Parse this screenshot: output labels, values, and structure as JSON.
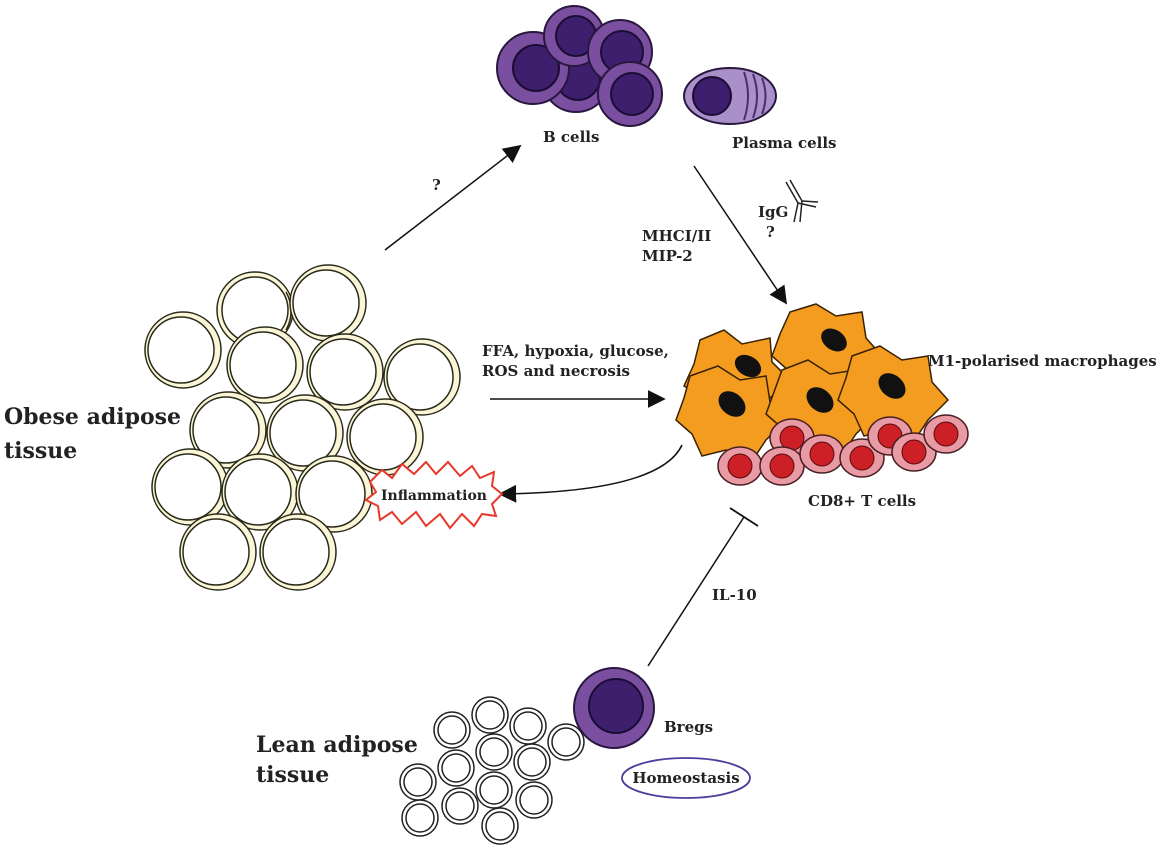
{
  "labels": {
    "b_cells": "B cells",
    "plasma_cells": "Plasma cells",
    "question_1": "?",
    "igg": "IgG",
    "question_2": "?",
    "mhc": "MHCI/II",
    "mip2": "MIP-2",
    "ffa_line1": "FFA, hypoxia, glucose,",
    "ffa_line2": "ROS and necrosis",
    "m1_macrophages": "M1-polarised macrophages",
    "cd8_t_cells": "CD8+ T cells",
    "obese_line1": "Obese adipose",
    "obese_line2": "tissue",
    "inflammation": "Inflammation",
    "il10": "IL-10",
    "lean_line1": "Lean adipose",
    "lean_line2": "tissue",
    "bregs": "Bregs",
    "homeostasis": "Homeostasis"
  },
  "colors": {
    "b_cell_outer": "#7b4fa0",
    "b_cell_nucleus": "#3d1f6e",
    "plasma_outer": "#a990c8",
    "plasma_nucleus": "#3d1f6e",
    "macrophage": "#f39c1f",
    "macrophage_nucleus": "#111111",
    "t_cell_outer": "#e89ba4",
    "t_cell_nucleus": "#cc1f26",
    "adipocyte_fill": "#fbf6d8",
    "inflammation_burst": "#e8382a",
    "homeostasis_border": "#4a3f9b"
  }
}
